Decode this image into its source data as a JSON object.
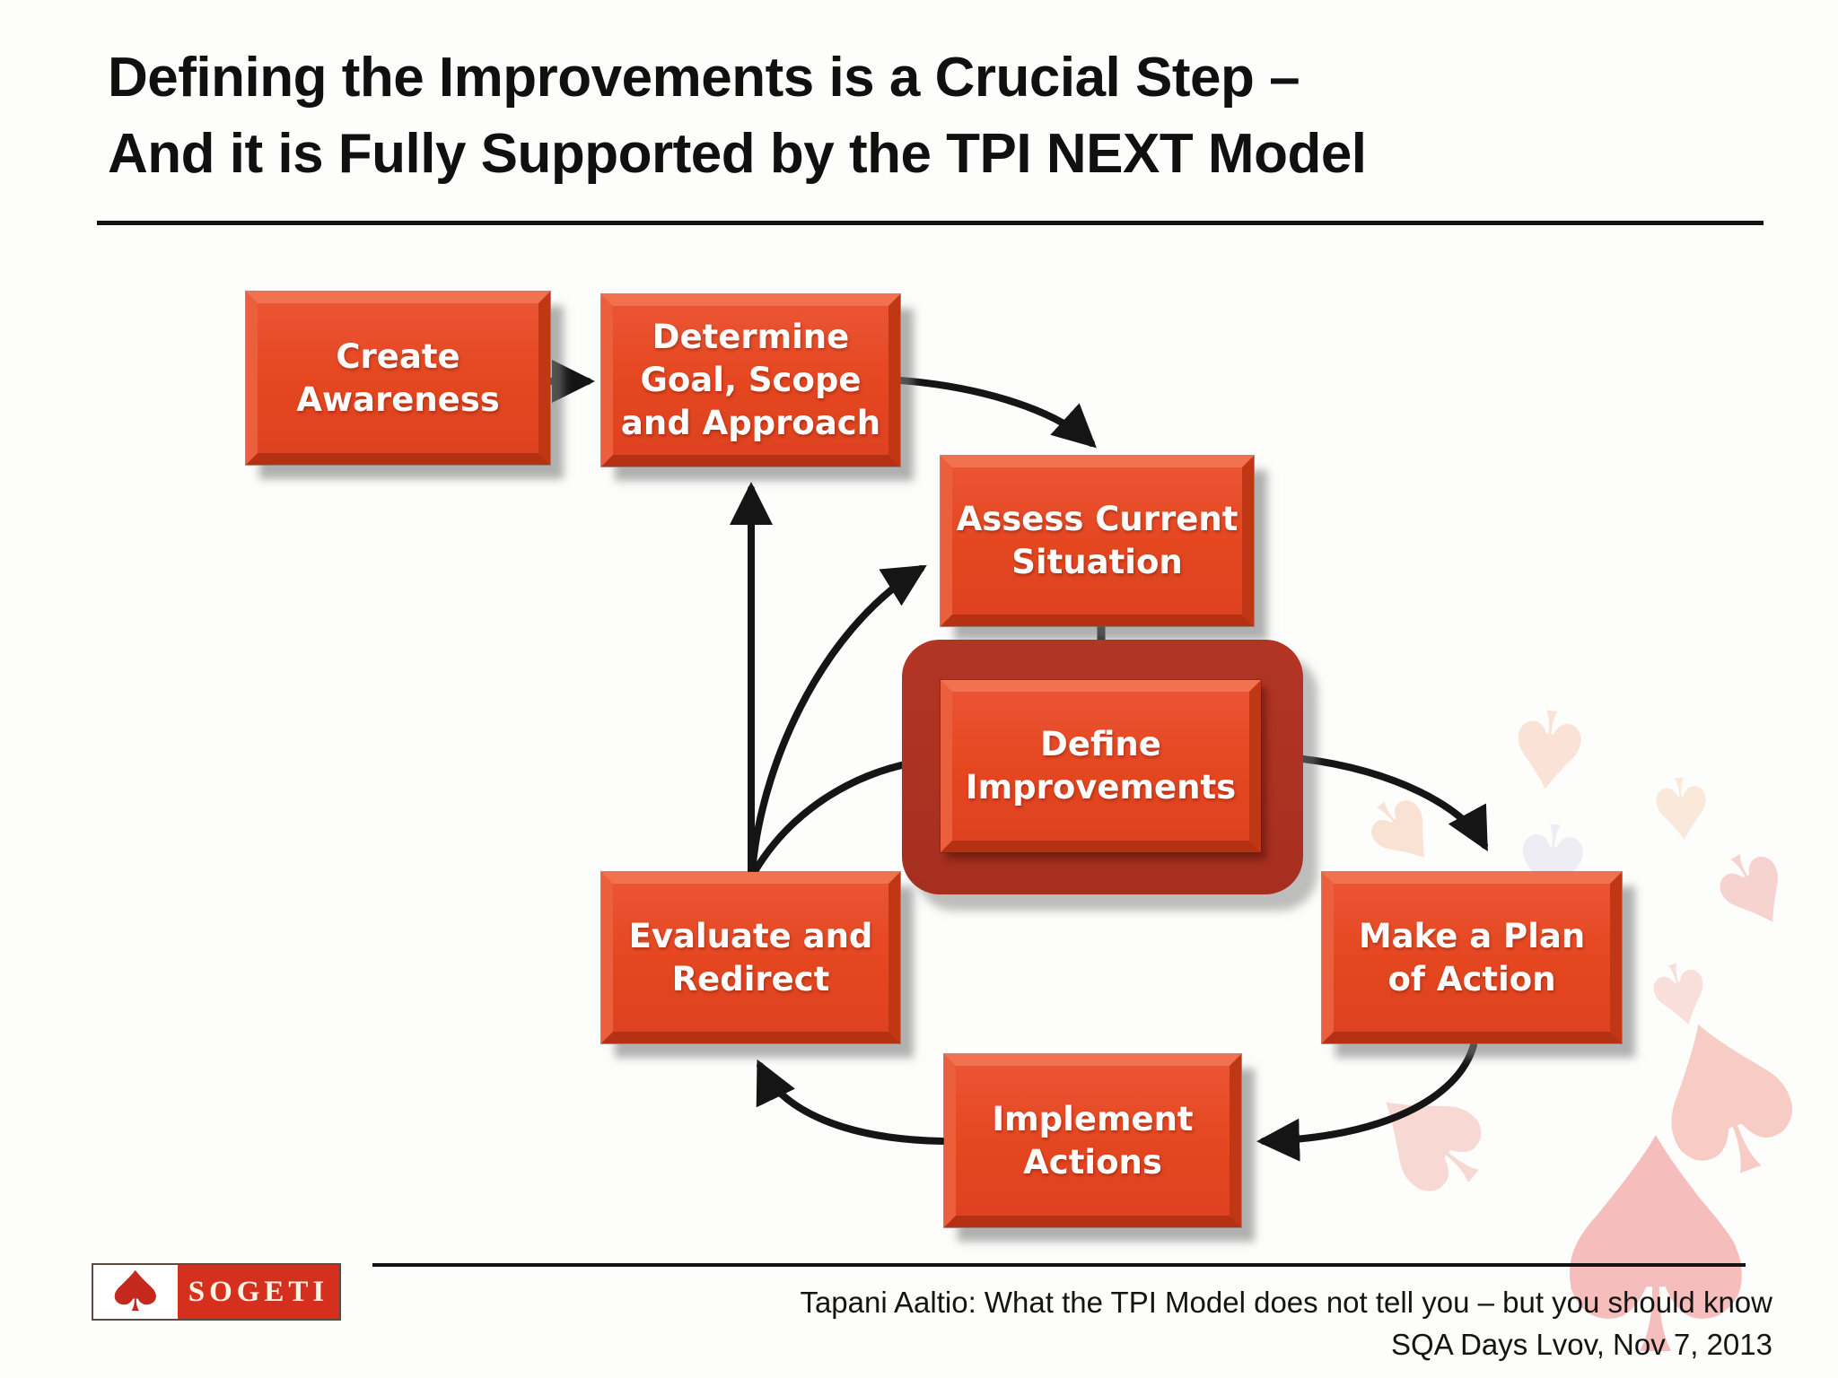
{
  "title": {
    "line1": "Defining the Improvements is a Crucial Step –",
    "line2": "And it is Fully Supported by the TPI NEXT Model"
  },
  "diagram": {
    "boxes": {
      "create": {
        "label": "Create\nAwareness"
      },
      "determine": {
        "label": "Determine\nGoal, Scope\nand Approach"
      },
      "assess": {
        "label": "Assess Current\nSituation"
      },
      "define": {
        "label": "Define\nImprovements"
      },
      "evaluate": {
        "label": "Evaluate and\nRedirect"
      },
      "plan": {
        "label": "Make a Plan\nof Action"
      },
      "implement": {
        "label": "Implement\nActions"
      }
    },
    "highlighted_box": "define"
  },
  "footer": {
    "credit": "Tapani Aaltio: What the TPI Model does not tell you – but you should know",
    "event": "SQA Days Lvov, Nov 7, 2013",
    "logo_text": "SOGETI"
  },
  "icons": {
    "spade": "♠"
  },
  "colors": {
    "box_fill": "#e5462a",
    "box_bevel_light": "#f2714e",
    "box_bevel_dark": "#b53114",
    "highlight_frame": "#a93123",
    "arrow": "#151515",
    "logo_red": "#d5301e",
    "logo_spade_red": "#c5281c",
    "deco_pink": "#f5bdbb",
    "deco_peach": "#fae3d6",
    "deco_lavender": "#eeedf3"
  }
}
